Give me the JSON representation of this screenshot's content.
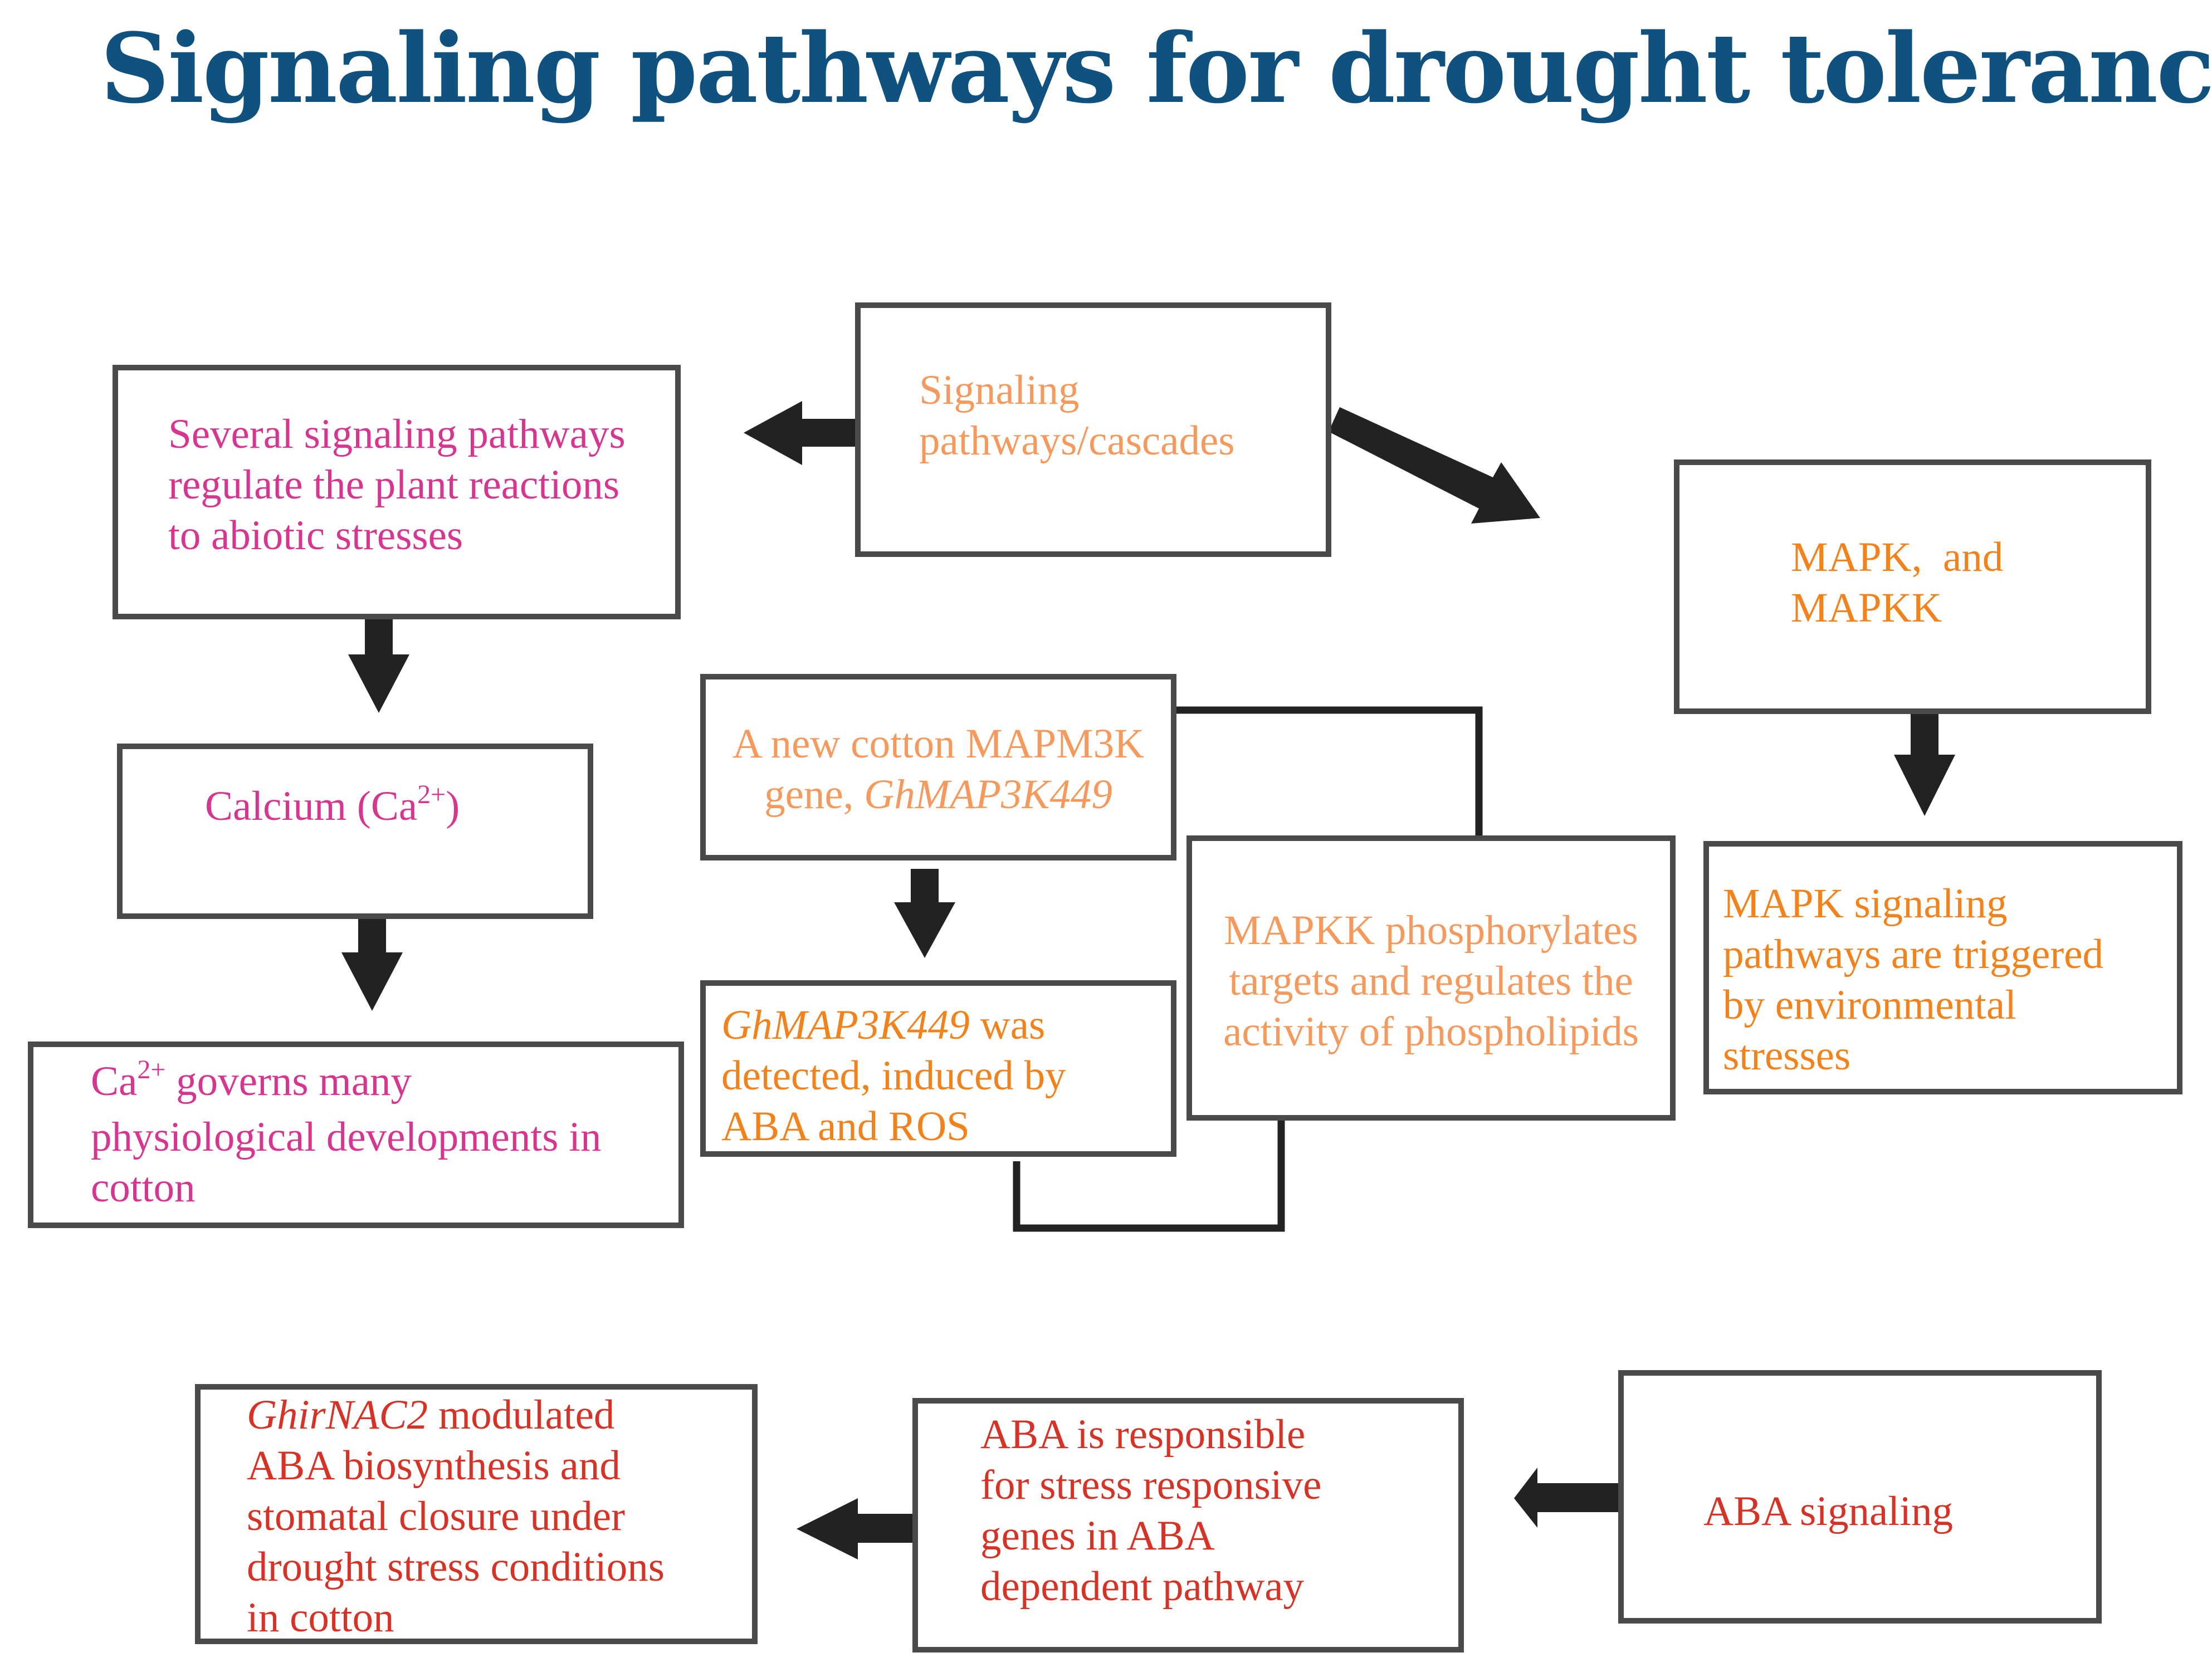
{
  "title": "Signaling pathways for drought tolerance in cotton",
  "colors": {
    "title": "#0f527f",
    "calcium_pathway": "#d6368f",
    "mapk_light": "#f59a5c",
    "mapk_orange": "#f2821b",
    "aba_pathway": "#d63226",
    "box_border": "#4a4a4a",
    "arrow": "#222222"
  },
  "nodes": {
    "signaling": {
      "lines": [
        "Signaling",
        "pathways/cascades"
      ]
    },
    "several": {
      "lines": [
        "Several signaling pathways",
        "regulate the plant reactions",
        "to abiotic stresses"
      ]
    },
    "calcium": {
      "prefix": "Calcium (Ca",
      "sup": "2+",
      "suffix": ")"
    },
    "ca_governs": {
      "line1_prefix": "Ca",
      "line1_sup": "2+",
      "line1_suffix": " governs many",
      "line2": "physiological developments in",
      "line3": "cotton"
    },
    "mapk_mapkk": {
      "lines": [
        "MAPK,  and",
        "MAPKK"
      ]
    },
    "mapk_triggered": {
      "lines": [
        "MAPK signaling",
        "pathways are triggered",
        "by environmental",
        "stresses"
      ]
    },
    "new_gene": {
      "line1": "A new cotton MAPM3K",
      "line2_prefix": "gene, ",
      "line2_italic": "GhMAP3K449"
    },
    "detected": {
      "line1_italic": "GhMAP3K449",
      "line1_suffix": " was",
      "line2": "detected, induced by",
      "line3": "ABA and ROS"
    },
    "mapkk_phos": {
      "lines": [
        "MAPKK phosphorylates",
        "targets and regulates the",
        "activity of phospholipids"
      ]
    },
    "aba_signaling": {
      "text": "ABA signaling"
    },
    "aba_responsible": {
      "lines": [
        "ABA is responsible",
        "for stress responsive",
        "genes in ABA",
        "dependent pathway"
      ]
    },
    "ghirnac2": {
      "line1_italic": "GhirNAC2",
      "line1_suffix": " modulated",
      "lines": [
        "ABA biosynthesis and",
        "stomatal closure under",
        "drought stress conditions",
        "in cotton"
      ]
    }
  }
}
